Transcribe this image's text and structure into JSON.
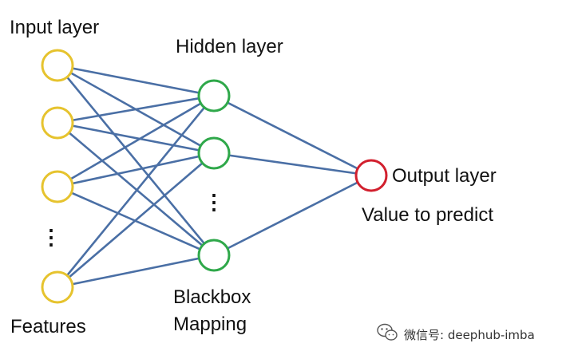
{
  "labels": {
    "input_layer": "Input layer",
    "hidden_layer": "Hidden layer",
    "output_layer": "Output layer",
    "value_to_predict": "Value to predict",
    "features": "Features",
    "blackbox_line1": "Blackbox",
    "blackbox_line2": "Mapping"
  },
  "watermark": {
    "text": "微信号: deephub-imba",
    "icon": "wechat-icon"
  },
  "network": {
    "input_nodes": 4,
    "hidden_nodes": 3,
    "output_nodes": 1,
    "input_ellipsis": "⋮",
    "hidden_ellipsis": "⋮"
  },
  "colors": {
    "input_node": "#e6c32e",
    "hidden_node": "#2fa84a",
    "output_node": "#d2202e",
    "edge": "#4a6fa5"
  }
}
